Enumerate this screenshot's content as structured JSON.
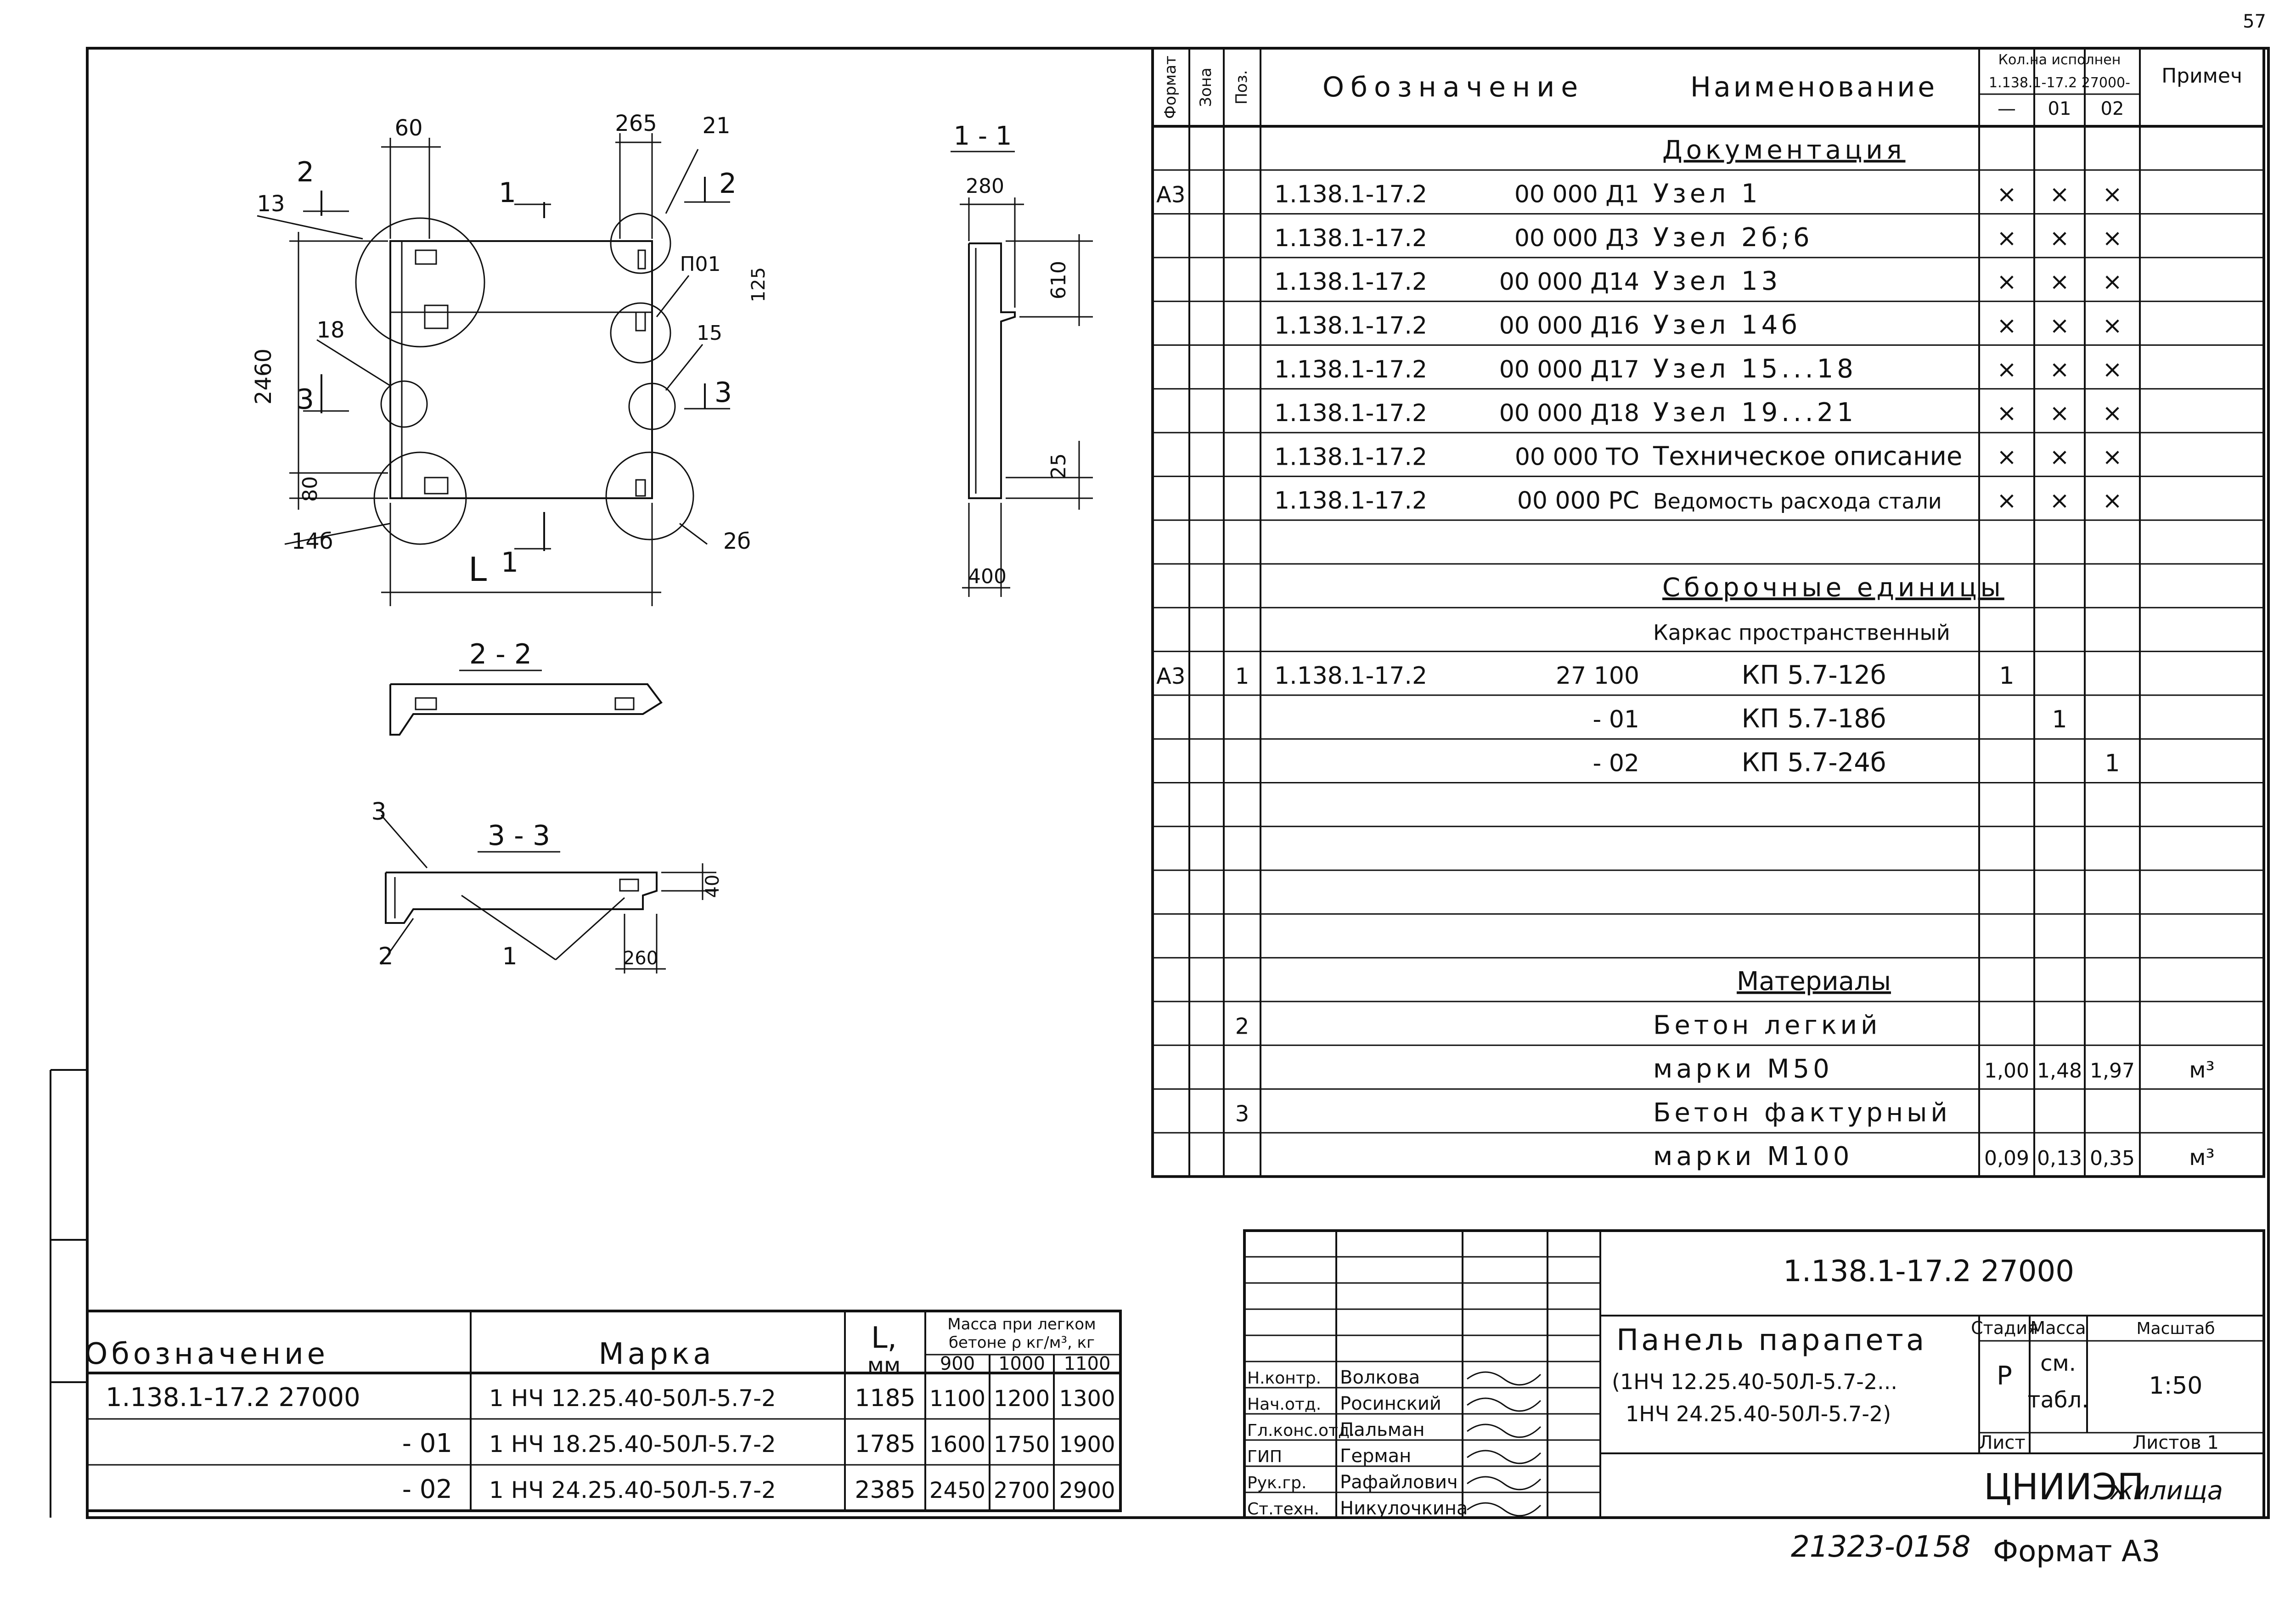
{
  "page_number": "57",
  "spec_header": {
    "format": "Формат",
    "zone": "Зона",
    "pos": "Поз.",
    "designation": "Обозначение",
    "name": "Наименование",
    "qty_title": "Кол.на исполнен",
    "qty_doc": "1.138.1-17.2 27000-",
    "qty_cols": [
      "—",
      "01",
      "02"
    ],
    "note": "Примеч"
  },
  "spec_rows": [
    {
      "format": "",
      "pos": "",
      "designation": "",
      "code": "",
      "name": "Документация",
      "q": [
        "",
        "",
        ""
      ],
      "note": "",
      "heading": true
    },
    {
      "format": "А3",
      "pos": "",
      "designation": "1.138.1-17.2",
      "code": "00 000 Д1",
      "name": "Узел 1",
      "q": [
        "×",
        "×",
        "×"
      ],
      "note": ""
    },
    {
      "format": "",
      "pos": "",
      "designation": "1.138.1-17.2",
      "code": "00 000 Д3",
      "name": "Узел 2б;6",
      "q": [
        "×",
        "×",
        "×"
      ],
      "note": ""
    },
    {
      "format": "",
      "pos": "",
      "designation": "1.138.1-17.2",
      "code": "00 000 Д14",
      "name": "Узел 13",
      "q": [
        "×",
        "×",
        "×"
      ],
      "note": ""
    },
    {
      "format": "",
      "pos": "",
      "designation": "1.138.1-17.2",
      "code": "00 000 Д16",
      "name": "Узел 14б",
      "q": [
        "×",
        "×",
        "×"
      ],
      "note": ""
    },
    {
      "format": "",
      "pos": "",
      "designation": "1.138.1-17.2",
      "code": "00 000 Д17",
      "name": "Узел 15...18",
      "q": [
        "×",
        "×",
        "×"
      ],
      "note": ""
    },
    {
      "format": "",
      "pos": "",
      "designation": "1.138.1-17.2",
      "code": "00 000 Д18",
      "name": "Узел 19...21",
      "q": [
        "×",
        "×",
        "×"
      ],
      "note": ""
    },
    {
      "format": "",
      "pos": "",
      "designation": "1.138.1-17.2",
      "code": "00 000 ТО",
      "name": "Техническое описание",
      "q": [
        "×",
        "×",
        "×"
      ],
      "note": ""
    },
    {
      "format": "",
      "pos": "",
      "designation": "1.138.1-17.2",
      "code": "00 000 РС",
      "name": "Ведомость расхода стали",
      "q": [
        "×",
        "×",
        "×"
      ],
      "note": ""
    },
    {
      "format": "",
      "pos": "",
      "designation": "",
      "code": "",
      "name": "",
      "q": [
        "",
        "",
        ""
      ],
      "note": ""
    },
    {
      "format": "",
      "pos": "",
      "designation": "",
      "code": "",
      "name": "Сборочные единицы",
      "q": [
        "",
        "",
        ""
      ],
      "note": "",
      "heading": true
    },
    {
      "format": "",
      "pos": "",
      "designation": "",
      "code": "",
      "name": "Каркас пространственный",
      "q": [
        "",
        "",
        ""
      ],
      "note": ""
    },
    {
      "format": "А3",
      "pos": "1",
      "designation": "1.138.1-17.2",
      "code": "27 100",
      "name": "КП 5.7-12б",
      "q": [
        "1",
        "",
        ""
      ],
      "note": "",
      "center": true
    },
    {
      "format": "",
      "pos": "",
      "designation": "",
      "code": "- 01",
      "name": "КП 5.7-18б",
      "q": [
        "",
        "1",
        ""
      ],
      "note": "",
      "center": true
    },
    {
      "format": "",
      "pos": "",
      "designation": "",
      "code": "- 02",
      "name": "КП 5.7-24б",
      "q": [
        "",
        "",
        "1"
      ],
      "note": "",
      "center": true
    },
    {
      "format": "",
      "pos": "",
      "designation": "",
      "code": "",
      "name": "",
      "q": [
        "",
        "",
        ""
      ],
      "note": ""
    },
    {
      "format": "",
      "pos": "",
      "designation": "",
      "code": "",
      "name": "",
      "q": [
        "",
        "",
        ""
      ],
      "note": ""
    },
    {
      "format": "",
      "pos": "",
      "designation": "",
      "code": "",
      "name": "",
      "q": [
        "",
        "",
        ""
      ],
      "note": ""
    },
    {
      "format": "",
      "pos": "",
      "designation": "",
      "code": "",
      "name": "",
      "q": [
        "",
        "",
        ""
      ],
      "note": ""
    },
    {
      "format": "",
      "pos": "",
      "designation": "",
      "code": "",
      "name": "Материалы",
      "q": [
        "",
        "",
        ""
      ],
      "note": "",
      "heading": true,
      "center": true
    },
    {
      "format": "",
      "pos": "2",
      "designation": "",
      "code": "",
      "name": "Бетон легкий",
      "q": [
        "",
        "",
        ""
      ],
      "note": ""
    },
    {
      "format": "",
      "pos": "",
      "designation": "",
      "code": "",
      "name": "марки М50",
      "q": [
        "1,00",
        "1,48",
        "1,97"
      ],
      "note": "м³"
    },
    {
      "format": "",
      "pos": "3",
      "designation": "",
      "code": "",
      "name": "Бетон фактурный",
      "q": [
        "",
        "",
        ""
      ],
      "note": ""
    },
    {
      "format": "",
      "pos": "",
      "designation": "",
      "code": "",
      "name": "марки М100",
      "q": [
        "0,09",
        "0,13",
        "0,35"
      ],
      "note": "м³"
    }
  ],
  "marks_table": {
    "h_designation": "Обозначение",
    "h_mark": "Марка",
    "h_L": "L,",
    "h_L_unit": "мм",
    "h_mass_1": "Масса при легком",
    "h_mass_2": "бетоне ρ кг/м³, кг",
    "densities": [
      "900",
      "1000",
      "1100"
    ],
    "rows": [
      {
        "designation": "1.138.1-17.2 27000",
        "mark": "1 НЧ 12.25.40-50Л-5.7-2",
        "L": "1185",
        "m": [
          "1100",
          "1200",
          "1300"
        ]
      },
      {
        "designation": "- 01",
        "mark": "1 НЧ 18.25.40-50Л-5.7-2",
        "L": "1785",
        "m": [
          "1600",
          "1750",
          "1900"
        ]
      },
      {
        "designation": "- 02",
        "mark": "1 НЧ 24.25.40-50Л-5.7-2",
        "L": "2385",
        "m": [
          "2450",
          "2700",
          "2900"
        ]
      }
    ]
  },
  "title_block": {
    "code": "1.138.1-17.2 27000",
    "title": "Панель парапета",
    "subtitle_1": "(1НЧ 12.25.40-50Л-5.7-2...",
    "subtitle_2": "1НЧ 24.25.40-50Л-5.7-2)",
    "stage_label": "Стадия",
    "mass_label": "Масса",
    "scale_label": "Масштаб",
    "stage": "Р",
    "mass_1": "см.",
    "mass_2": "табл.",
    "scale": "1:50",
    "sheet_label": "Лист",
    "sheets_label": "Листов 1",
    "org_1": "ЦНИИЭП",
    "org_2": "жилища",
    "signers": [
      {
        "role": "Н.контр.",
        "name": "Волкова"
      },
      {
        "role": "Нач.отд.",
        "name": "Росинский"
      },
      {
        "role": "Гл.конс.отд.",
        "name": "Пальман"
      },
      {
        "role": "ГИП",
        "name": "Герман"
      },
      {
        "role": "Рук.гр.",
        "name": "Рафайлович"
      },
      {
        "role": "Ст.техн.",
        "name": "Никулочкина"
      }
    ]
  },
  "footer": {
    "number": "21323-01",
    "sheet": "58",
    "format": "Формат А3"
  },
  "drawing": {
    "dims": {
      "top_60": "60",
      "top_265": "265",
      "top_21": "21",
      "height_2460": "2460",
      "d80": "80",
      "d125": "125",
      "d610": "610",
      "d25": "25",
      "d280": "280",
      "d400": "400",
      "d40": "40",
      "d260": "260"
    },
    "labels": {
      "L": "L",
      "n13": "13",
      "n18": "18",
      "n14b": "14б",
      "n2b": "2б",
      "n15": "15",
      "n101": "П01",
      "n21": "21",
      "s2": "2",
      "s3": "3",
      "s1": "1"
    },
    "sections": {
      "s11": "1 - 1",
      "s22": "2 - 2",
      "s33": "3 - 3"
    },
    "callouts": {
      "c3": "3",
      "c2": "2",
      "c1": "1"
    }
  }
}
